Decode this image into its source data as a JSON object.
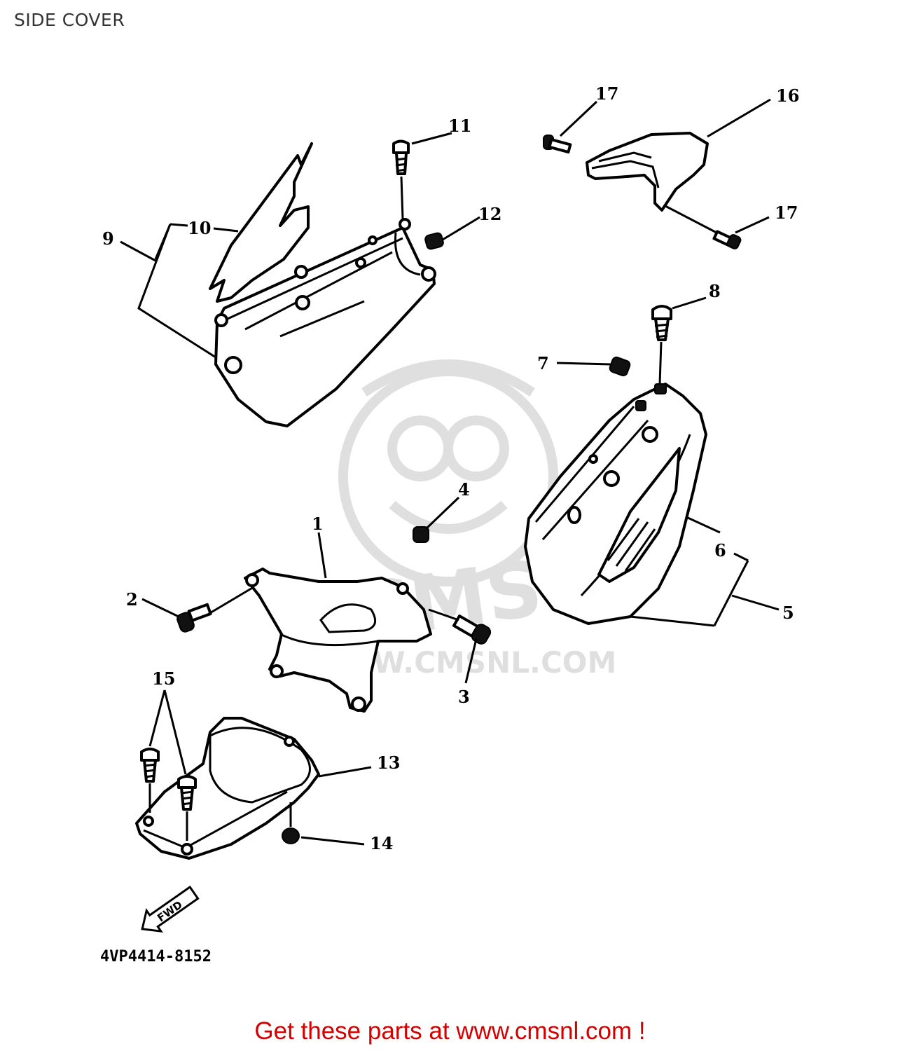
{
  "page": {
    "title": "SIDE COVER"
  },
  "diagram": {
    "part_labels": [
      "1",
      "2",
      "3",
      "4",
      "5",
      "6",
      "7",
      "8",
      "9",
      "10",
      "11",
      "12",
      "13",
      "14",
      "15",
      "16",
      "17",
      "17"
    ],
    "drawing_code": "4VP4414-8152",
    "fwd_arrow_label": "FWD",
    "watermark": {
      "brand": "CMS",
      "url": "WWW.CMSNL.COM"
    }
  },
  "footer": {
    "link_text": "Get these parts at www.cmsnl.com !"
  },
  "colors": {
    "title": "#333333",
    "footer_link": "#d40000",
    "line_art": "#000000",
    "watermark": "#dcdcdc"
  }
}
